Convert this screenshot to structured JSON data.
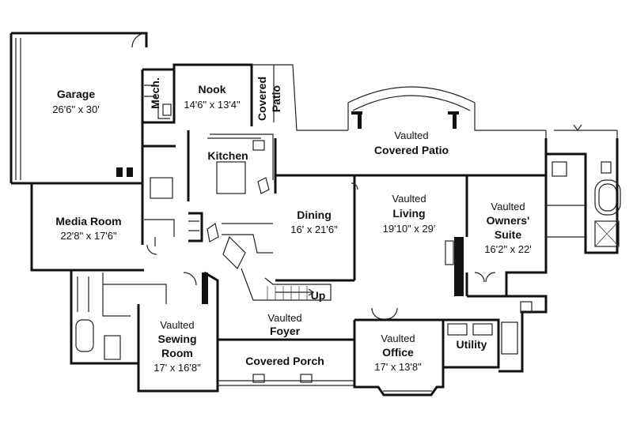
{
  "rooms": {
    "garage": {
      "name": "Garage",
      "size": "26'6\" x 30'"
    },
    "mech": {
      "name": "Mech."
    },
    "nook": {
      "name": "Nook",
      "size": "14'6\" x 13'4\""
    },
    "covered_patio_small": {
      "line1": "Covered",
      "line2": "Patio"
    },
    "vaulted_covered_patio": {
      "line1": "Vaulted",
      "line2": "Covered Patio"
    },
    "kitchen": {
      "name": "Kitchen"
    },
    "media_room": {
      "name": "Media Room",
      "size": "22'8\" x 17'6\""
    },
    "dining": {
      "name": "Dining",
      "size": "16' x 21'6\""
    },
    "living": {
      "line1": "Vaulted",
      "line2": "Living",
      "size": "19'10\" x 29'"
    },
    "owners_suite": {
      "line1": "Vaulted",
      "line2": "Owners'",
      "line3": "Suite",
      "size": "16'2\" x 22'"
    },
    "up": {
      "name": "Up"
    },
    "foyer": {
      "line1": "Vaulted",
      "line2": "Foyer"
    },
    "sewing_room": {
      "line1": "Vaulted",
      "line2": "Sewing",
      "line3": "Room",
      "size": "17' x 16'8\""
    },
    "covered_porch": {
      "name": "Covered Porch"
    },
    "office": {
      "line1": "Vaulted",
      "line2": "Office",
      "size": "17' x 13'8\""
    },
    "utility": {
      "name": "Utility"
    }
  }
}
